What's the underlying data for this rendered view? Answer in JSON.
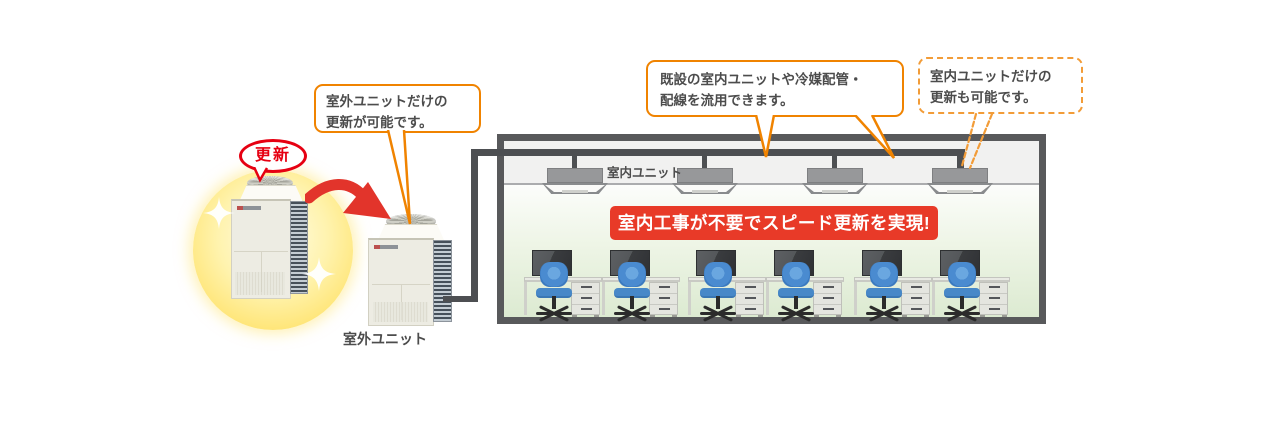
{
  "badge": {
    "label": "更新"
  },
  "callouts": {
    "outdoor_update": {
      "line1": "室外ユニットだけの",
      "line2": "更新が可能です。"
    },
    "reuse_existing": {
      "line1": "既設の室内ユニットや冷媒配管・",
      "line2": "配線を流用できます。"
    },
    "indoor_update": {
      "line1": "室内ユニットだけの",
      "line2": "更新も可能です。"
    }
  },
  "labels": {
    "indoor_unit": "室内ユニット",
    "outdoor_unit": "室外ユニット"
  },
  "banner": {
    "text": "室内工事が不要でスピード更新を実現!"
  },
  "diagram": {
    "indoor_unit_count": 4,
    "workstation_count": 6,
    "outdoor_unit_count": 2,
    "sparkle_count": 2
  },
  "icons": {
    "sparkle": "four-point-star",
    "update_arrow": "curved-red-arrow",
    "update_badge": "red-oval-balloon"
  },
  "colors": {
    "accent-orange": "#f08300",
    "accent-orange-dashed": "#f29c38",
    "accent-red": "#e60012",
    "arrow-red": "#e2342b",
    "banner-red": "#e83a28",
    "pipe-gray": "#4d4f52",
    "wall-gray": "#58595b",
    "text-gray": "#4c4c4c"
  }
}
